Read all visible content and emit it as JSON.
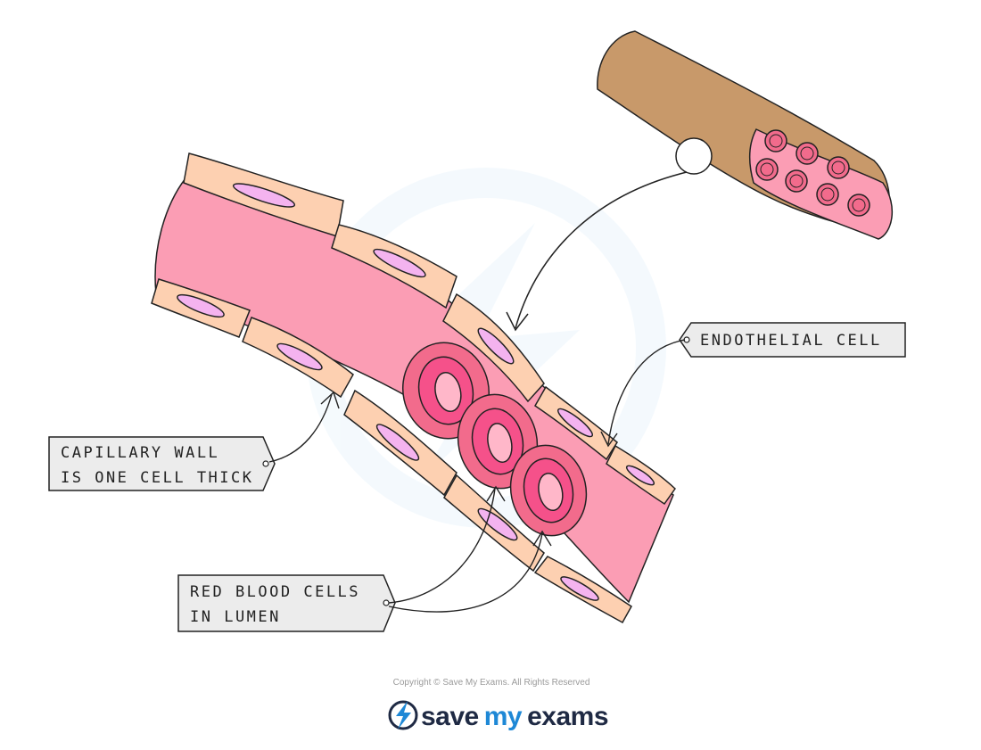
{
  "labels": {
    "endothelial": "ENDOTHELIAL CELL",
    "wall_line1": "CAPILLARY WALL",
    "wall_line2": "IS ONE CELL THICK",
    "rbc_line1": "RED BLOOD CELLS",
    "rbc_line2": "IN LUMEN"
  },
  "footer": {
    "copyright": "Copyright © Save My Exams. All Rights Reserved",
    "brand_save": "save",
    "brand_my": "my",
    "brand_exams": "exams"
  },
  "colors": {
    "lumen": "#fb9db4",
    "cell": "#fdd0b1",
    "nucleus": "#f4b3ef",
    "rbc_outer": "#f26b8c",
    "rbc_mid": "#f5518a",
    "rbc_inner": "#ffb7c9",
    "vessel_outside": "#c8996a",
    "vessel_inside": "#fb9db4",
    "tag_fill": "#ececec",
    "outline": "#222222",
    "brand_dark": "#1f2a44",
    "brand_accent": "#1e88d6"
  }
}
